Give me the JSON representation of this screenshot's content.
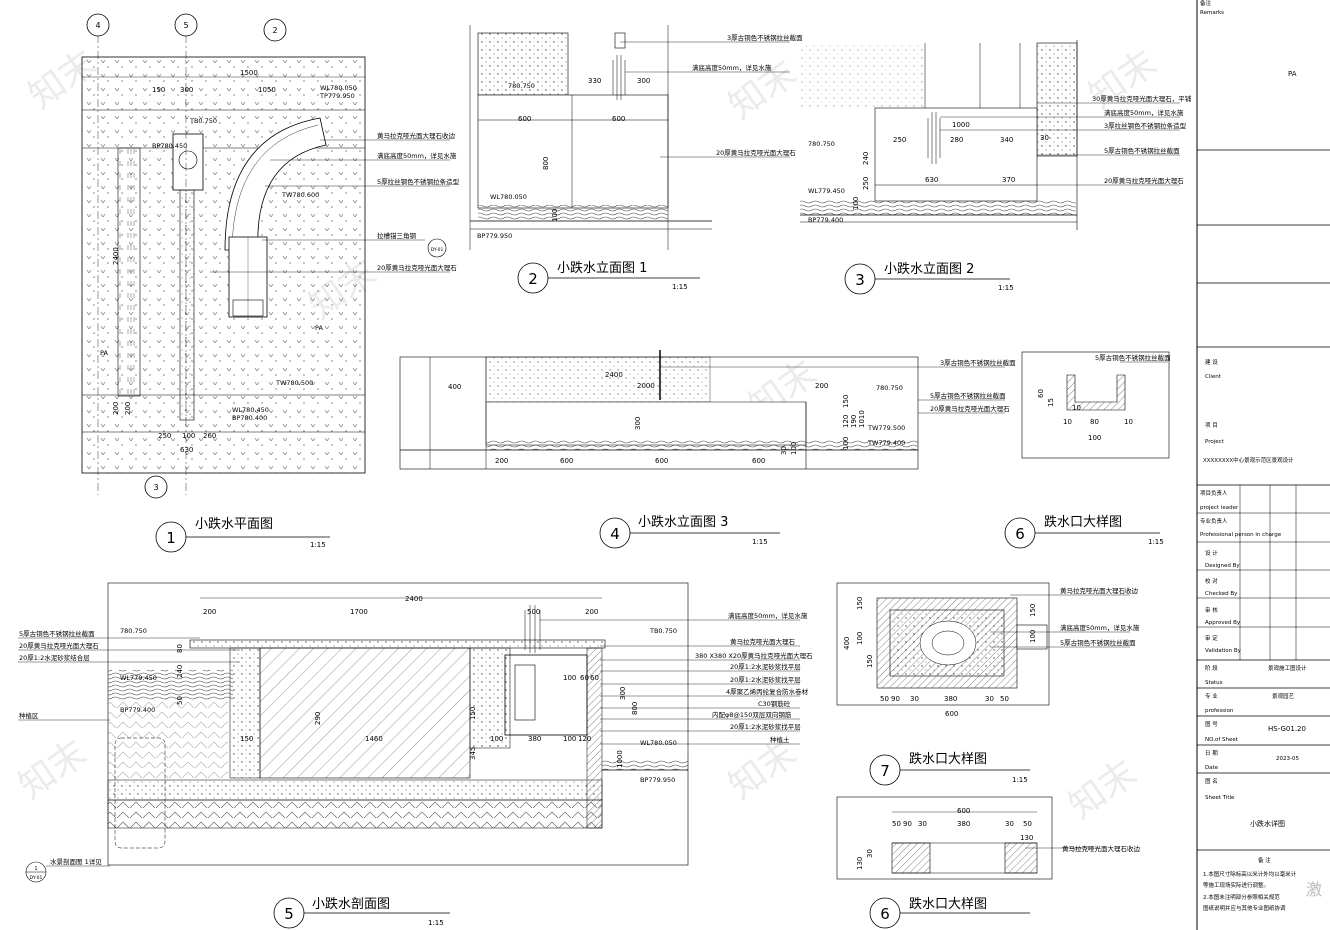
{
  "views": [
    {
      "num": "1",
      "title": "小跌水平面图",
      "scale": "1:15"
    },
    {
      "num": "2",
      "title": "小跌水立面图 1",
      "scale": "1:15"
    },
    {
      "num": "3",
      "title": "小跌水立面图 2",
      "scale": "1:15"
    },
    {
      "num": "4",
      "title": "小跌水立面图 3",
      "scale": "1:15"
    },
    {
      "num": "6",
      "title": "跌水口大样图",
      "scale": "1:15"
    },
    {
      "num": "5",
      "title": "小跌水剖面图",
      "scale": "1:15"
    },
    {
      "num": "7",
      "title": "跌水口大样图",
      "scale": "1:15"
    },
    {
      "num": "6",
      "title": "跌水口大样图",
      "scale": ""
    }
  ],
  "callouts": {
    "top_a": "4",
    "top_b": "5",
    "top_c": "2",
    "bottom": "3",
    "ref1": "1",
    "ref1_sub": "DY-01",
    "ref5": "1",
    "ref5_sub": "DY-01"
  },
  "v1": {
    "notes": [
      "黄马拉克哑光面大理石收边",
      "满底高度50mm，详见水施",
      "5厚拉丝钢色不锈钢拉条造型",
      "拉槽锚三角钢",
      "20厚黄马拉克哑光面大理石"
    ],
    "levels": [
      "WL780.050",
      "TP779.950",
      "TB0.750",
      "BP780.450",
      "WL780.450",
      "BP780.400",
      "TW780.500",
      "TW780.600",
      "PA",
      "PA"
    ],
    "dims": [
      "1500",
      "150",
      "300",
      "1050",
      "2400",
      "200",
      "200",
      "250",
      "100",
      "260",
      "630"
    ],
    "detail_ref": "DY-01"
  },
  "v2": {
    "notes": [
      "3厚古铜色不锈钢拉丝截面",
      "满底高度50mm，详见水施",
      "20厚黄马拉克哑光面大理石"
    ],
    "levels": [
      "780.750",
      "WL780.050",
      "BP779.950"
    ],
    "dims": [
      "330",
      "300",
      "600",
      "600",
      "800",
      "100"
    ]
  },
  "v3": {
    "notes": [
      "30厚黄马拉克哑光面大理石，平铺",
      "满底高度50mm，详见水施",
      "3厚拉丝钢色不锈钢拉条造型",
      "5厚古铜色不锈钢拉丝截面",
      "20厚黄马拉克哑光面大理石"
    ],
    "levels": [
      "780.750",
      "WL779.450",
      "BP779.400"
    ],
    "dims": [
      "1000",
      "250",
      "280",
      "340",
      "30",
      "630",
      "370",
      "100",
      "250",
      "240"
    ]
  },
  "v4": {
    "notes": [
      "3厚古铜色不锈钢拉丝截面",
      "5厚古铜色不锈钢拉丝截面",
      "20厚黄马拉克哑光面大理石"
    ],
    "levels": [
      "780.750",
      "TW779.500",
      "TW779.400"
    ],
    "dims": [
      "2400",
      "400",
      "2000",
      "200",
      "300",
      "200",
      "600",
      "600",
      "600",
      "100",
      "120",
      "30",
      "100",
      "190",
      "1010",
      "150"
    ]
  },
  "v6": {
    "note": "5厚古铜色不锈钢拉丝截面",
    "dims": [
      "60",
      "15",
      "10",
      "10",
      "80",
      "100",
      "10"
    ]
  },
  "v5": {
    "notes_left": [
      "5厚古铜色不锈钢拉丝截面",
      "20厚黄马拉克哑光面大理石",
      "20厚1:2水泥砂浆结合层",
      "种植区"
    ],
    "notes_right": [
      "满底高度50mm，详见水施",
      "黄马拉克哑光面大理石",
      "380 X380 X20厚黄马拉克哑光面大理石",
      "20厚1:2水泥砂浆找平层",
      "20厚1:2水泥砂浆找平层",
      "4厚聚乙烯丙纶复合防水卷材",
      "C30钢筋砼",
      "内配φ8@150双层双向钢筋",
      "20厚1:2水泥砂浆找平层",
      "种植土"
    ],
    "levels": [
      "780.750",
      "WL779.450",
      "BP779.400",
      "TB0.750",
      "WL780.050",
      "BP779.950"
    ],
    "dims": [
      "2400",
      "200",
      "1700",
      "500",
      "200",
      "150",
      "1460",
      "100",
      "380",
      "120",
      "100",
      "100",
      "60",
      "60",
      "300",
      "800",
      "80",
      "240",
      "50",
      "290",
      "345",
      "1000",
      "150"
    ],
    "section_ref": "水景剖面图  1详见",
    "ref_sub": "DY-01"
  },
  "v7": {
    "notes": [
      "黄马拉克哑光面大理石收边",
      "满底高度50mm，详见水施",
      "5厚古铜色不锈钢拉丝截面"
    ],
    "dims": [
      "400",
      "150",
      "100",
      "150",
      "50",
      "90",
      "30",
      "380",
      "30",
      "50",
      "600",
      "150",
      "100"
    ]
  },
  "v8": {
    "note": "黄马拉克哑光面大理石收边",
    "dims": [
      "600",
      "50",
      "90",
      "30",
      "380",
      "30",
      "50",
      "130",
      "30",
      "130"
    ]
  },
  "title_block": {
    "field1_cn": "备注",
    "field1_en": "Remarks",
    "pa": "PA",
    "client_cn": "建 设",
    "client_en": "Client",
    "project_cn": "项 目",
    "project_en": "Project",
    "project_name": "XXXXXXXX中心景观示范区景观设计",
    "roles": [
      {
        "cn": "项目负责人",
        "en": "project leader"
      },
      {
        "cn": "专业负责人",
        "en": "Professional person in charge"
      },
      {
        "cn": "设 计",
        "en": "Designed By"
      },
      {
        "cn": "校 对",
        "en": "Checked By"
      },
      {
        "cn": "审 核",
        "en": "Approved By"
      },
      {
        "cn": "审 定",
        "en": "Validation By"
      }
    ],
    "status_cn": "阶 段",
    "status_en": "Status",
    "status_val": "景观施工图设计",
    "prof_cn": "专 业",
    "prof_en": "profession",
    "prof_val": "景观园艺",
    "sheet_cn": "图 号",
    "sheet_en": "NO.of Sheet",
    "sheet_val": "HS-G01.20",
    "date_cn": "日 期",
    "date_en": "Date",
    "date_val": "2023-05",
    "stitle_cn": "图 名",
    "stitle_en": "Sheet Title",
    "stitle_val": "小跌水详图",
    "remarks_cn": "备 注",
    "remarks": [
      "1.本图尺寸除标高以米计外均以毫米计",
      "  等施工现场实际进行调整。",
      "2.本图未注明部分参照相关规范",
      "  图纸说明并应与其他专业图纸协调"
    ]
  },
  "watermark": "知末",
  "corner": "激"
}
